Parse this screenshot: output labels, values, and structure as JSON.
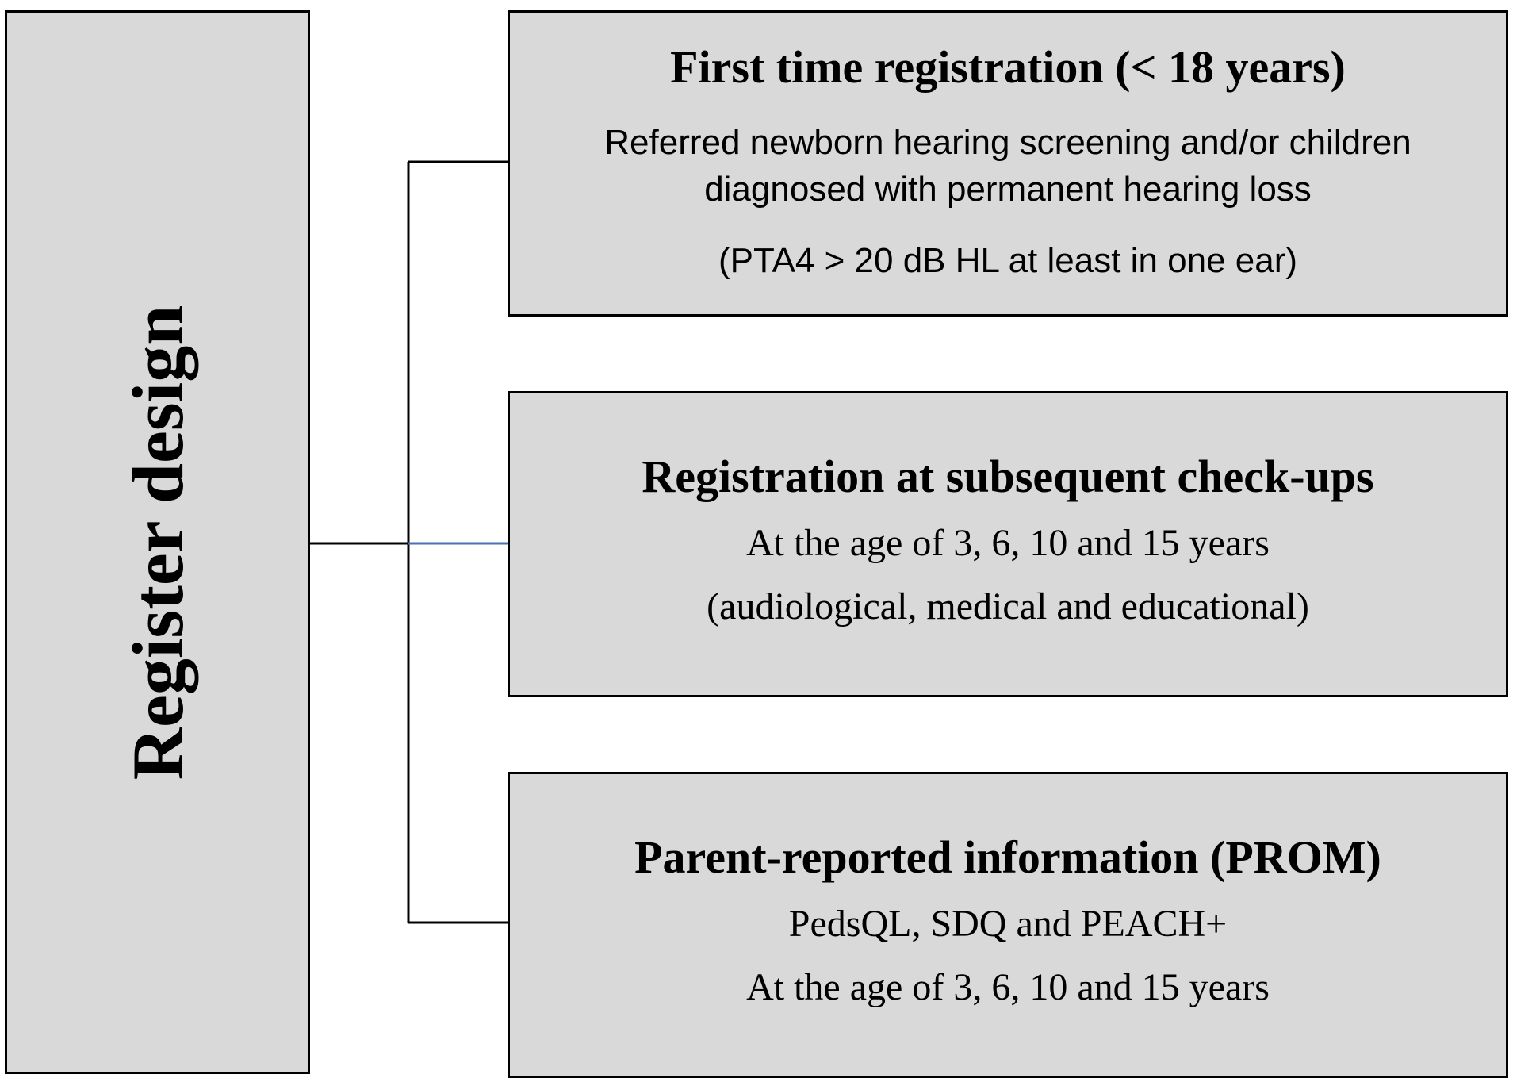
{
  "left": {
    "title": "Register design"
  },
  "boxes": [
    {
      "title": "First time registration (< 18 years)",
      "line1": "Referred newborn hearing screening and/or children",
      "line2": "diagnosed with permanent hearing loss",
      "line3": "(PTA4 > 20 dB HL at least in one ear)"
    },
    {
      "title": "Registration at subsequent check-ups",
      "line1": "At the age of 3, 6, 10 and 15 years",
      "line2": "(audiological, medical and educational)"
    },
    {
      "title": "Parent-reported information (PROM)",
      "line1": "PedsQL, SDQ and PEACH+",
      "line2": "At the age of 3, 6, 10 and 15 years"
    }
  ],
  "colors": {
    "box_fill": "#d9d9d9",
    "border": "#000000",
    "middle_connector": "#4a72b0"
  }
}
